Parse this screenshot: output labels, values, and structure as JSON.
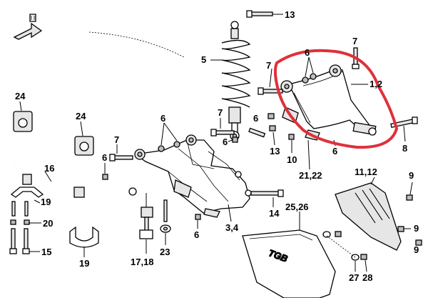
{
  "callouts": {
    "c13": "13",
    "c5": "5",
    "c7a": "7",
    "c7b": "7",
    "c7c": "7",
    "c7d": "7",
    "c6top": "6",
    "c12": "1,2",
    "c24a": "24",
    "c24b": "24",
    "c6a": "6",
    "c6b": "6",
    "c6c": "6",
    "c6d": "6",
    "c6e": "6",
    "c6f": "6",
    "c13b": "13",
    "c10": "10",
    "c8": "8",
    "c2122": "21,22",
    "c16": "16",
    "c1112": "11,12",
    "c9a": "9",
    "c9b": "9",
    "c9c": "9",
    "c19a": "19",
    "c19b": "19",
    "c20": "20",
    "c15": "15",
    "c14": "14",
    "c2526": "25,26",
    "c34": "3,4",
    "c1718": "17,18",
    "c23": "23",
    "c27": "27",
    "c28": "28"
  },
  "guard_logo": "TGB",
  "highlight_color": "#e0303a"
}
